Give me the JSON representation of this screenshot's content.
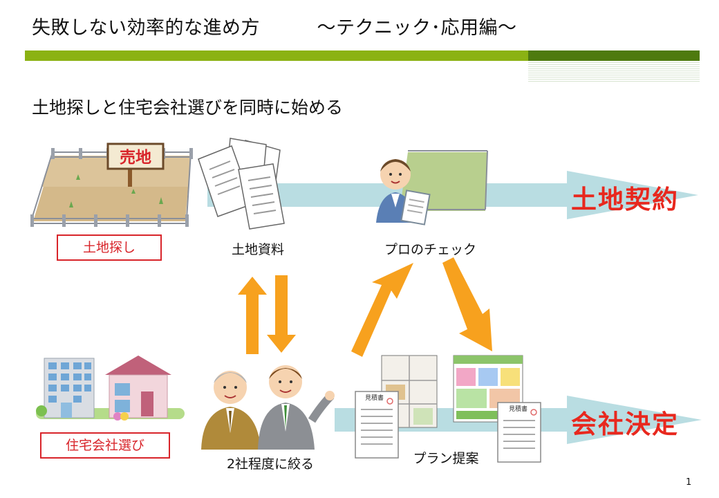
{
  "header": {
    "title": "失敗しない効率的な進め方　　　～テクニック･応用編～",
    "colors": {
      "accent": "#8bb213",
      "accent_dark": "#4e7a0f"
    }
  },
  "subtitle": "土地探しと住宅会社選びを同時に始める",
  "top_row": {
    "start_label": "土地探し",
    "sign_text": "売地",
    "documents_label": "土地資料",
    "pro_check_label": "プロのチェック",
    "result": "土地契約"
  },
  "bottom_row": {
    "start_label": "住宅会社選び",
    "narrow_label": "2社程度に絞る",
    "plan_label": "プラン提案",
    "estimate_doc_title": "見積書",
    "result": "会社決定"
  },
  "colors": {
    "flow": "#b9dde2",
    "arrow": "#f7a11e",
    "red": "#e8281e"
  },
  "page_number": "1"
}
